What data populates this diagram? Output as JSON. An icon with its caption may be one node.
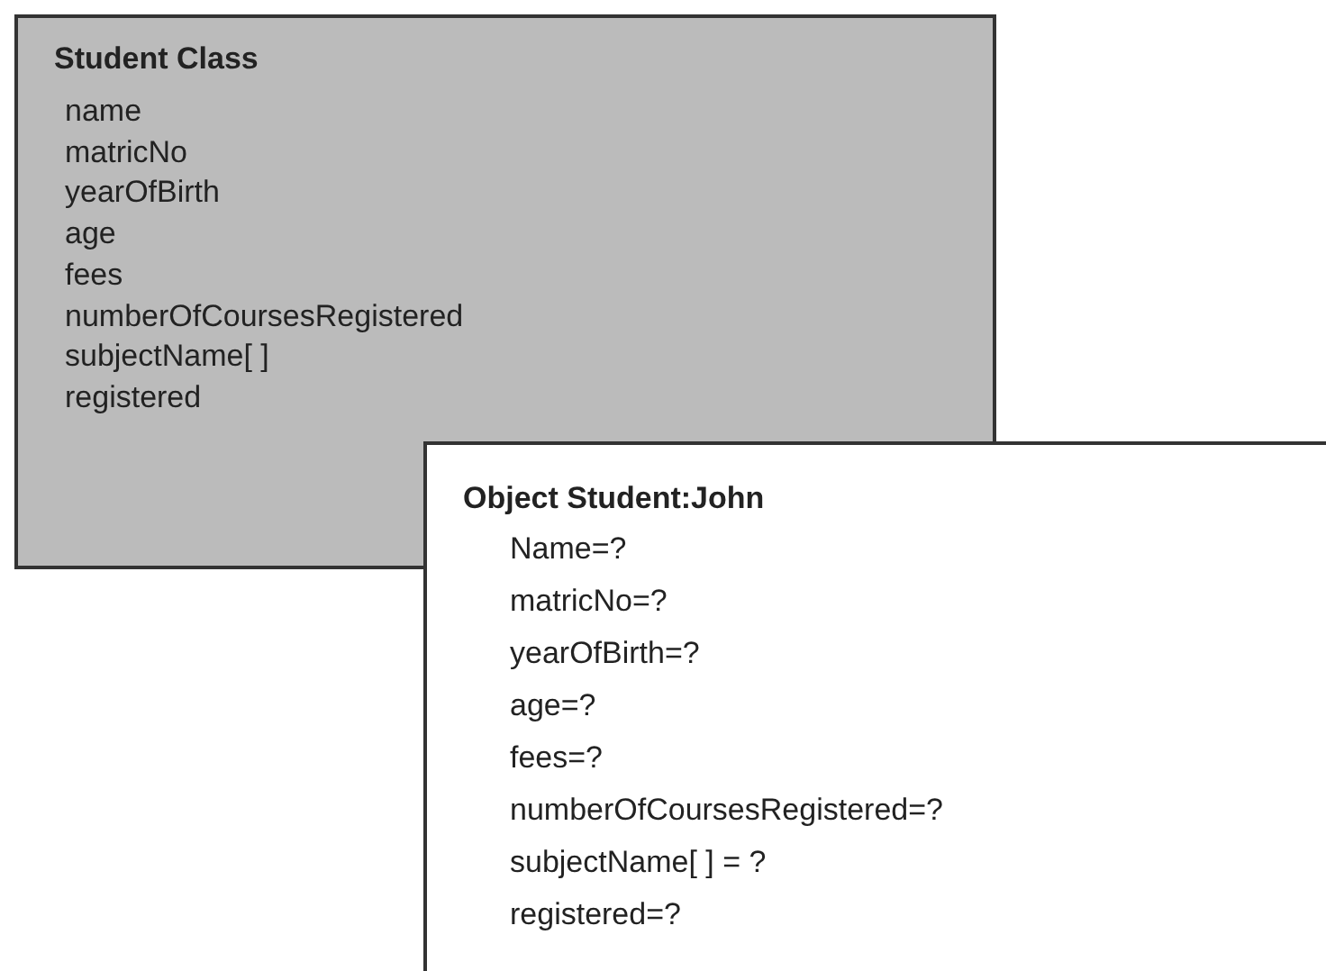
{
  "diagram": {
    "nodes": [
      {
        "text": [
          "Student Class",
          "name",
          "matricNo",
          "yearOfBirth",
          "age",
          "fees",
          "numberOfCoursesRegistered",
          "subjectName[ ]",
          "registered"
        ]
      },
      {
        "text": [
          "Object Student:John",
          "Name=?",
          "matricNo=?",
          "yearOfBirth=?",
          "age=?",
          "fees=?",
          "numberOfCoursesRegistered=?",
          "subjectName[ ] = ?",
          "registered=?"
        ]
      }
    ]
  }
}
